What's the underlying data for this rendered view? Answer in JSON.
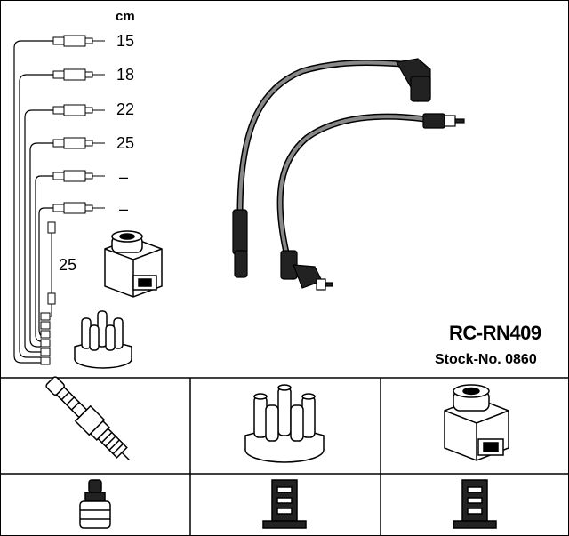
{
  "header": {
    "unit": "cm"
  },
  "lengths": [
    "15",
    "18",
    "22",
    "25",
    "–",
    "–"
  ],
  "coil_lead_length": "25",
  "product": {
    "model": "RC-RN409",
    "stock": "Stock-No. 0860"
  },
  "icons": {
    "top_row": [
      "spark-plug-icon",
      "distributor-cap-icon",
      "ignition-coil-icon"
    ],
    "bottom_row": [
      "spark-plug-connector-icon",
      "distributor-connector-icon",
      "coil-connector-icon"
    ]
  }
}
